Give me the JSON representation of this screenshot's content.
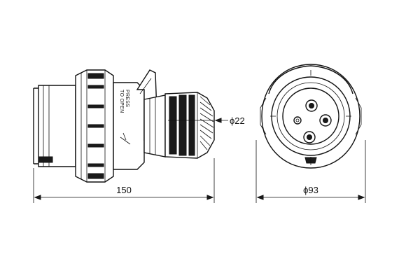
{
  "dimensions": {
    "length": "150",
    "cable_diameter": "ϕ22",
    "face_diameter": "ϕ93"
  },
  "side_view": {
    "label_line_1": "PRESS",
    "label_line_2": "TO OPEN"
  }
}
